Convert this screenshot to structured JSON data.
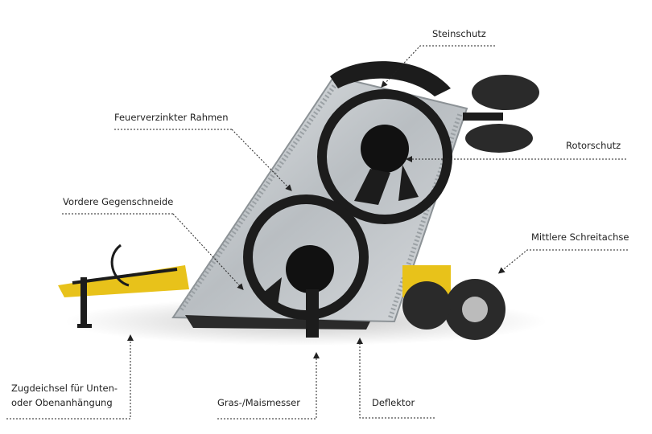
{
  "labels": {
    "steinschutz": "Steinschutz",
    "rahmen": "Feuerverzinkter Rahmen",
    "rotorschutz": "Rotorschutz",
    "gegenschneide": "Vordere Gegenschneide",
    "schreitachse": "Mittlere Schreitachse",
    "zugdeichsel_line1": "Zugdeichsel für Unten-",
    "zugdeichsel_line2": "oder Obenanhängung",
    "messer": "Gras-/Maismesser",
    "deflektor": "Deflektor"
  },
  "colors": {
    "frame": "#c9cdd0",
    "rotor": "#1c1c1c",
    "accent": "#e8c21a",
    "tire": "#2a2a2a",
    "leader": "#222222"
  }
}
